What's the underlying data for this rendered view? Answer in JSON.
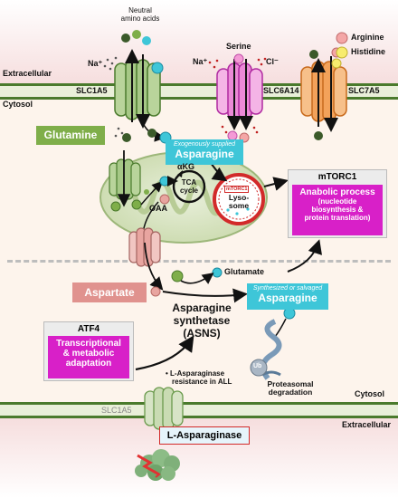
{
  "regions": {
    "extracellular_top": "Extracellular",
    "cytosol_top": "Cytosol",
    "cytosol_bottom": "Cytosol",
    "extracellular_bottom": "Extracellular"
  },
  "transporters": {
    "slc1a5_top": "SLC1A5",
    "slc6a14": "SLC6A14",
    "slc7a5": "SLC7A5",
    "slc1a5_bottom": "SLC1A5"
  },
  "extracellular_labels": {
    "neutral_amino_acids_line1": "Neutral",
    "neutral_amino_acids_line2": "amino acids",
    "serine": "Serine",
    "na_left": "Na⁺",
    "na_mid": "Na⁺",
    "cl": "Cl⁻"
  },
  "legend": {
    "arginine": "Arginine",
    "histidine": "Histidine",
    "arginine_color": "#f4a6a6",
    "histidine_color": "#f7ec6e"
  },
  "molecules": {
    "glutamine": "Glutamine",
    "exogenous_caption": "Exogenously supplied",
    "exogenous_asparagine": "Asparagine",
    "akg": "αKG",
    "tca_line1": "TCA",
    "tca_line2": "cycle",
    "oaa": "OAA",
    "lysosome_mtorc1": "mTORC1",
    "lysosome_line1": "Lyso-",
    "lysosome_line2": "some",
    "aspartate": "Aspartate",
    "glutamate": "Glutamate",
    "synth_caption": "Synthesized or salvaged",
    "synth_asparagine": "Asparagine"
  },
  "mtorc1_box": {
    "title": "mTORC1",
    "line1": "Anabolic process",
    "line2": "(nucleotide",
    "line3": "biosynthesis &",
    "line4": "protein translation)"
  },
  "asns": {
    "line1": "Asparagine",
    "line2": "synthetase",
    "line3": "(ASNS)"
  },
  "atf4_box": {
    "title": "ATF4",
    "line1": "Transcriptional",
    "line2": "& metabolic",
    "line3": "adaptation"
  },
  "resistance": {
    "line1": "• L-Asparaginase",
    "line2": "resistance in ALL"
  },
  "degradation": {
    "ub": "Ub",
    "line1": "Proteasomal",
    "line2": "degradation"
  },
  "l_asparaginase": "L-Asparaginase",
  "colors": {
    "glutamine_green": "#7fae4a",
    "asparagine_teal": "#3ec6d8",
    "magenta": "#d820c8",
    "aspartate_salmon": "#e0928e",
    "membrane_green": "#4a7a2c",
    "lysosome_red": "#d22a2a"
  }
}
